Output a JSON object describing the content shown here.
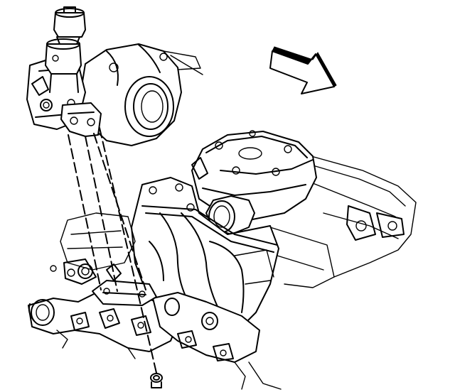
{
  "diagram": {
    "colors": {
      "line": "#000000",
      "background": "#ffffff"
    },
    "parts": [
      "turbocharger",
      "wastegate-actuator",
      "mounting-bracket",
      "intake-plenum",
      "intake-manifold",
      "exhaust-manifold",
      "bolt",
      "direction-arrow"
    ],
    "direction_arrow": {
      "icon": "arrow-right-down-icon",
      "points_toward": "front"
    }
  }
}
